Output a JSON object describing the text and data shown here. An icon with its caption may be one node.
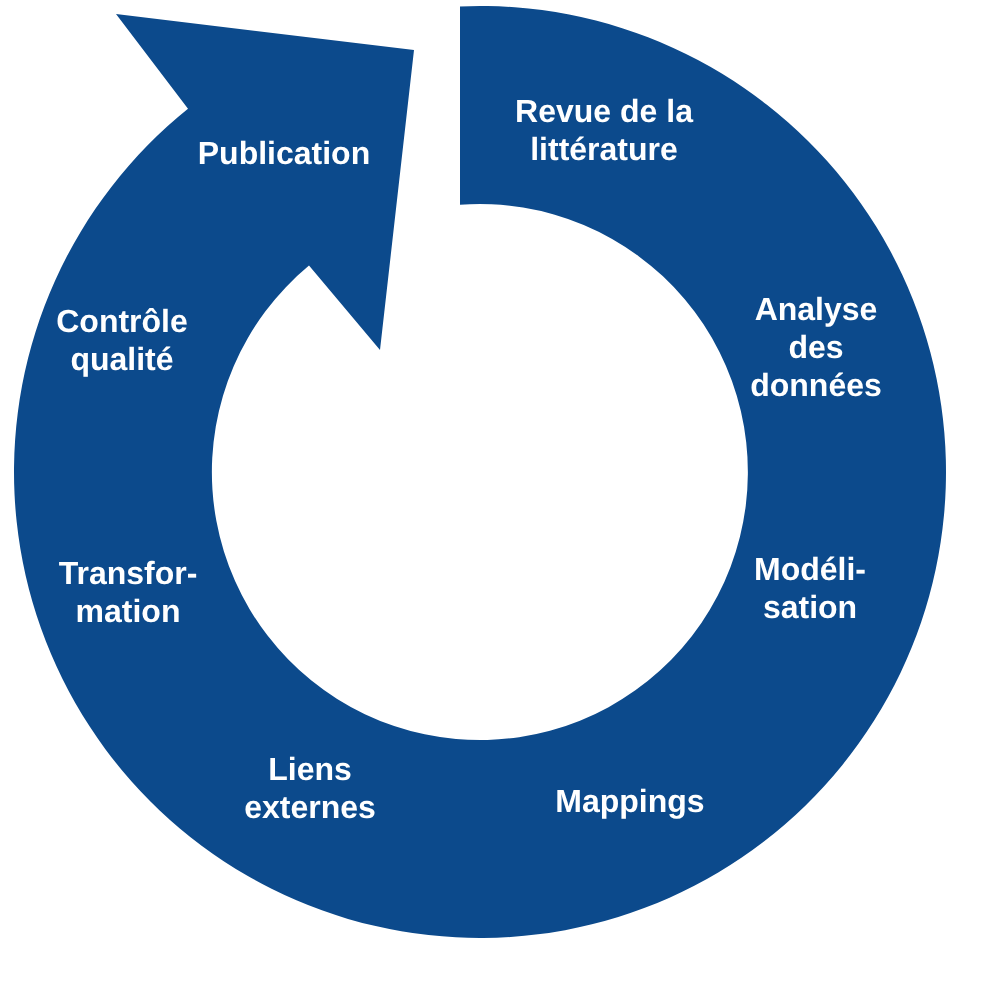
{
  "diagram": {
    "nodes": [
      {
        "text": [
          "Revue de la littérature",
          "Analyse des données",
          "Modéli- sation",
          "Mappings",
          "Liens externes",
          "Transfor- mation",
          "Contrôle qualité",
          "Publication"
        ]
      }
    ]
  }
}
